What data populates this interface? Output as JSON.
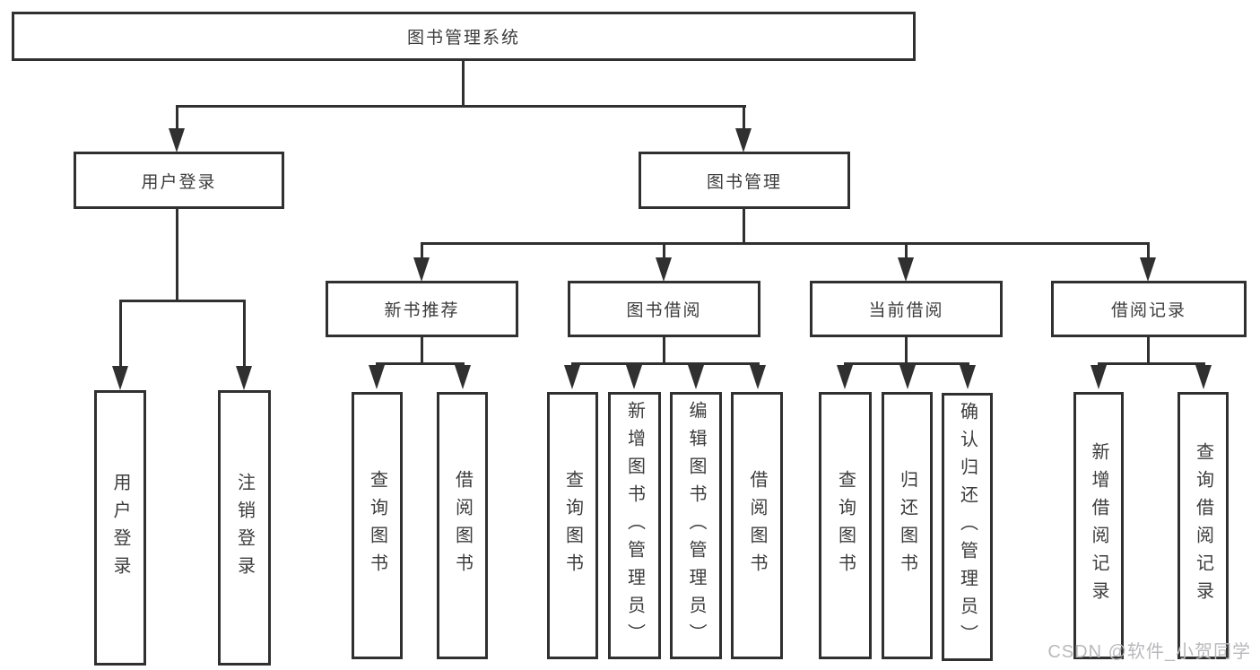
{
  "tree": {
    "root": "图书管理系统",
    "branches": [
      {
        "label": "用户登录",
        "leaves": [
          "用户登录",
          "注销登录"
        ]
      },
      {
        "label": "图书管理",
        "groups": [
          {
            "label": "新书推荐",
            "leaves": [
              "查询图书",
              "借阅图书"
            ]
          },
          {
            "label": "图书借阅",
            "leaves": [
              "查询图书",
              "新增图书（管理员）",
              "编辑图书（管理员）",
              "借阅图书"
            ]
          },
          {
            "label": "当前借阅",
            "leaves": [
              "查询图书",
              "归还图书",
              "确认归还（管理员）"
            ]
          },
          {
            "label": "借阅记录",
            "leaves": [
              "新增借阅记录",
              "查询借阅记录"
            ]
          }
        ]
      }
    ]
  },
  "watermark": {
    "text": "CSDN @软件_小贺同学"
  },
  "colors": {
    "line": "#303030",
    "text": "#3c3c3c",
    "watermark": "#b9b9bc",
    "background": "#ffffff"
  }
}
